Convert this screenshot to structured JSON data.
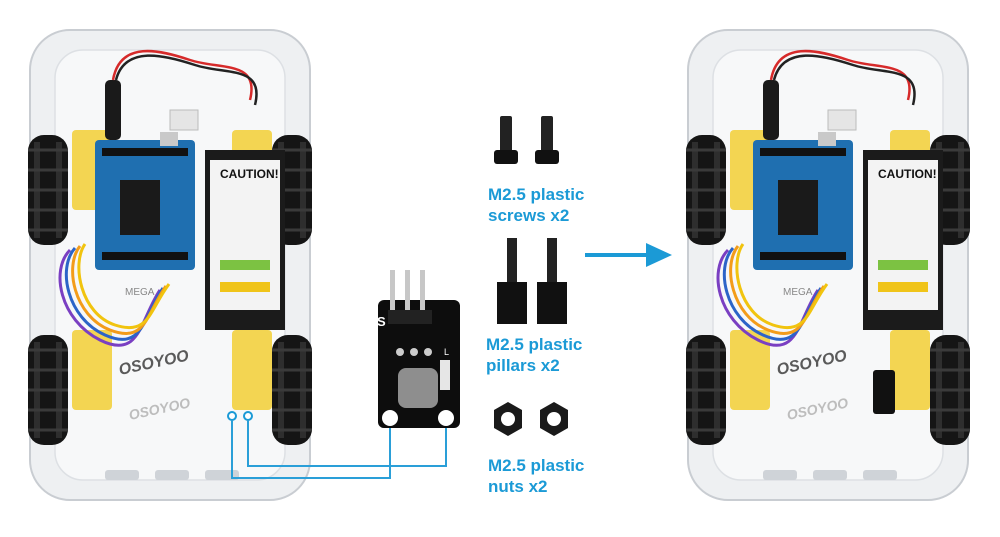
{
  "parts": {
    "screws": {
      "line1": "M2.5 plastic",
      "line2": "screws x2"
    },
    "pillars": {
      "line1": "M2.5 plastic",
      "line2": "pillars x2"
    },
    "nuts": {
      "line1": "M2.5 plastic",
      "line2": "nuts x2"
    }
  },
  "sensor": {
    "pin_label": "S",
    "side_label": "L"
  },
  "caution_box": {
    "title": "CAUTION!"
  },
  "board": {
    "label": "MEGA"
  },
  "brand": "OSOYOO",
  "colors": {
    "accent": "#1b9ad6",
    "arrow": "#1b9ad6",
    "wire_line": "#2a9fd8"
  }
}
